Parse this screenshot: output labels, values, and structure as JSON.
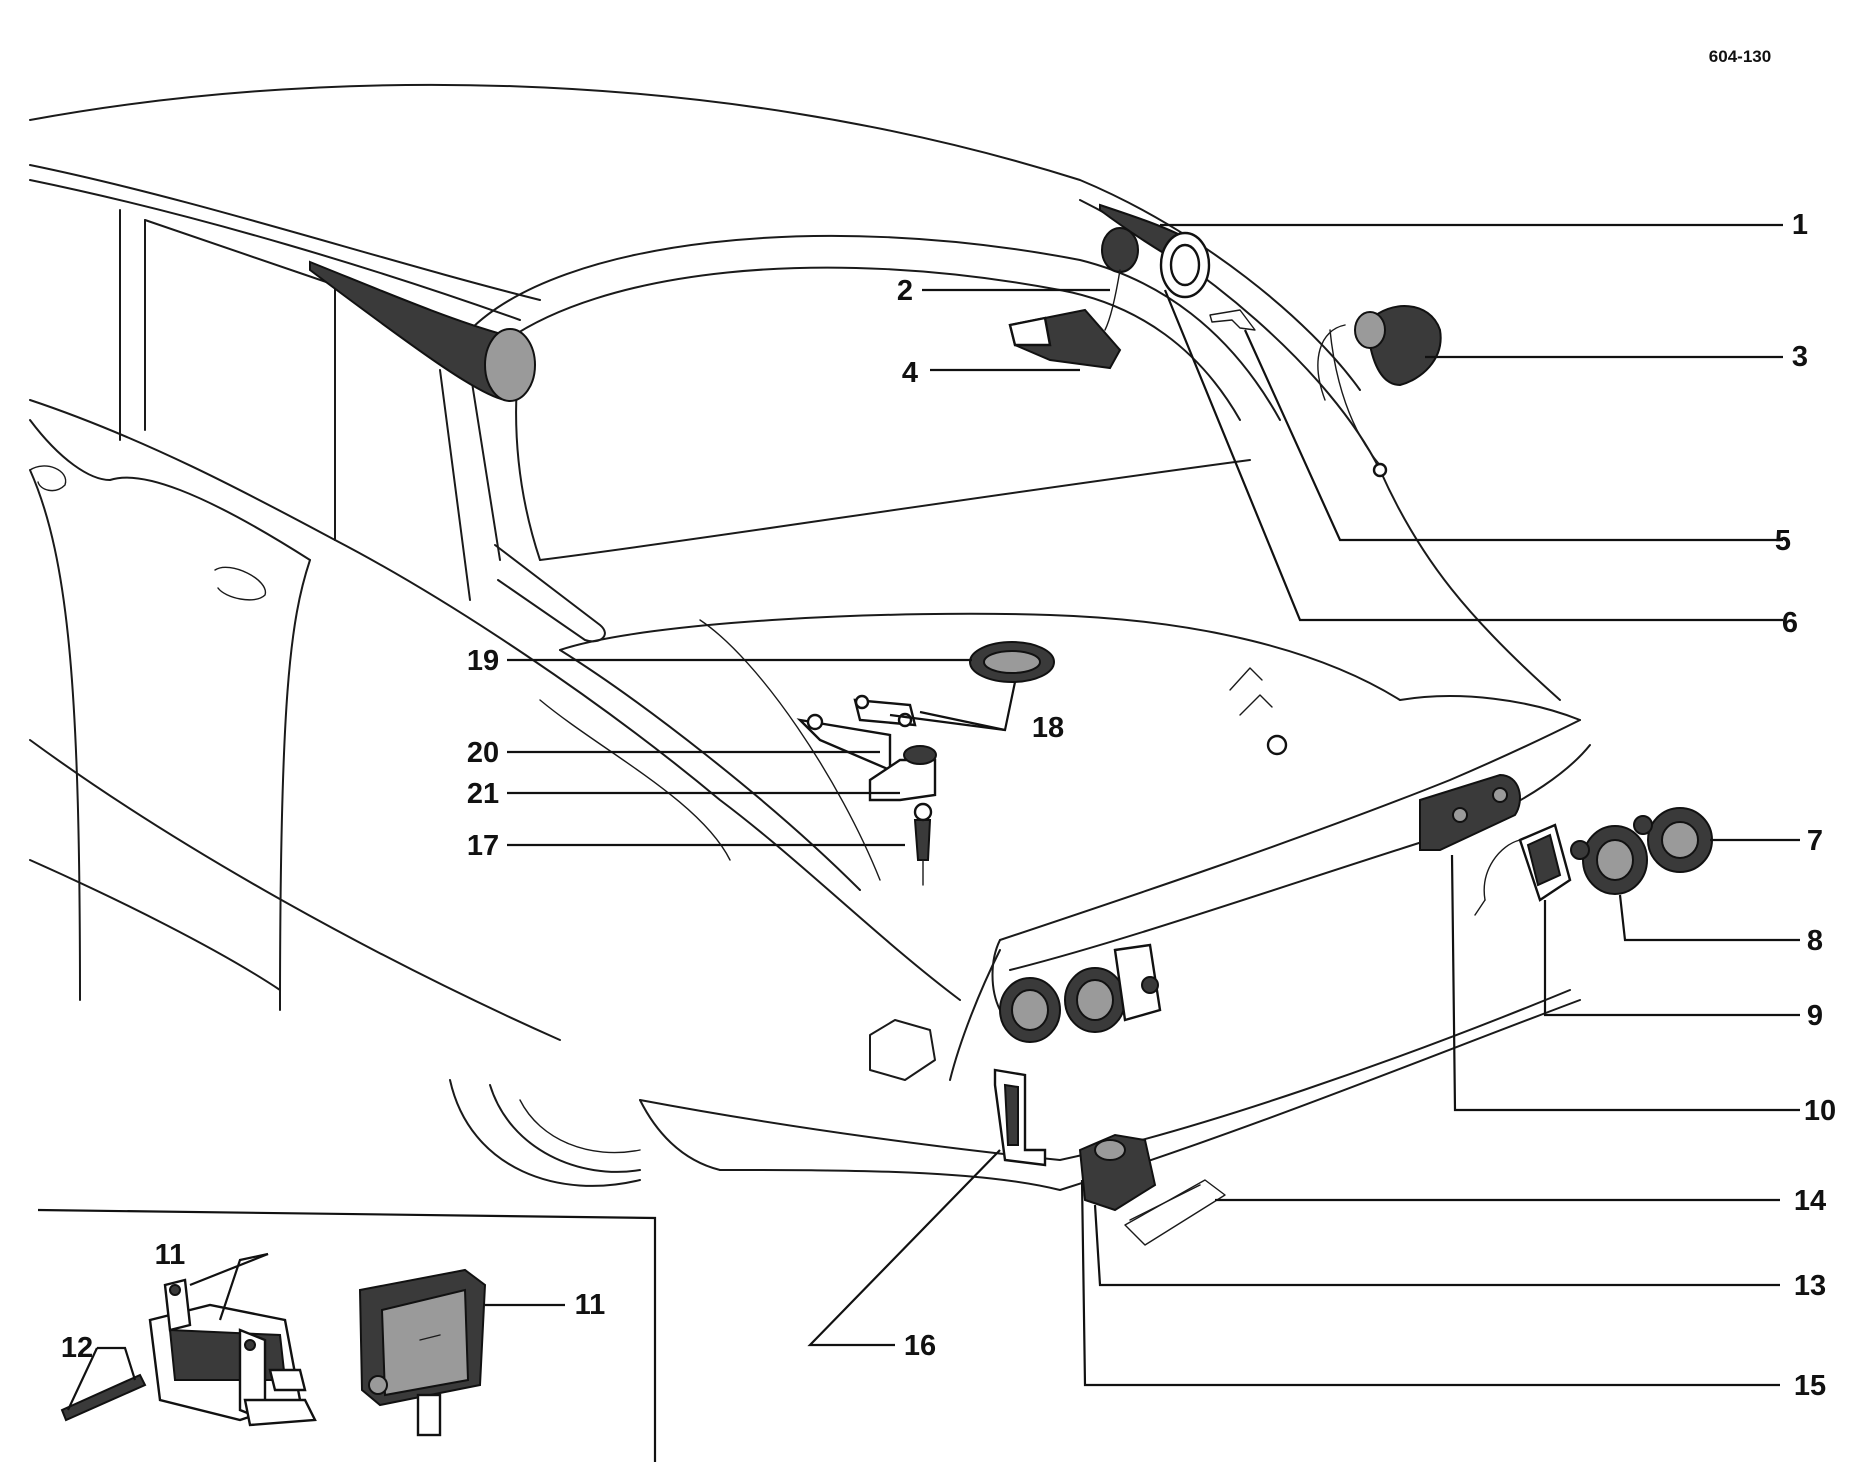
{
  "reference_code": "604-130",
  "callouts": [
    {
      "id": "1",
      "label": "1"
    },
    {
      "id": "2",
      "label": "2"
    },
    {
      "id": "3",
      "label": "3"
    },
    {
      "id": "4",
      "label": "4"
    },
    {
      "id": "5",
      "label": "5"
    },
    {
      "id": "6",
      "label": "6"
    },
    {
      "id": "7",
      "label": "7"
    },
    {
      "id": "8",
      "label": "8"
    },
    {
      "id": "9",
      "label": "9"
    },
    {
      "id": "10",
      "label": "10"
    },
    {
      "id": "11a",
      "label": "11"
    },
    {
      "id": "11b",
      "label": "11"
    },
    {
      "id": "12",
      "label": "12"
    },
    {
      "id": "13",
      "label": "13"
    },
    {
      "id": "14",
      "label": "14"
    },
    {
      "id": "15",
      "label": "15"
    },
    {
      "id": "16",
      "label": "16"
    },
    {
      "id": "17",
      "label": "17"
    },
    {
      "id": "18",
      "label": "18"
    },
    {
      "id": "19",
      "label": "19"
    },
    {
      "id": "20",
      "label": "20"
    },
    {
      "id": "21",
      "label": "21"
    }
  ]
}
